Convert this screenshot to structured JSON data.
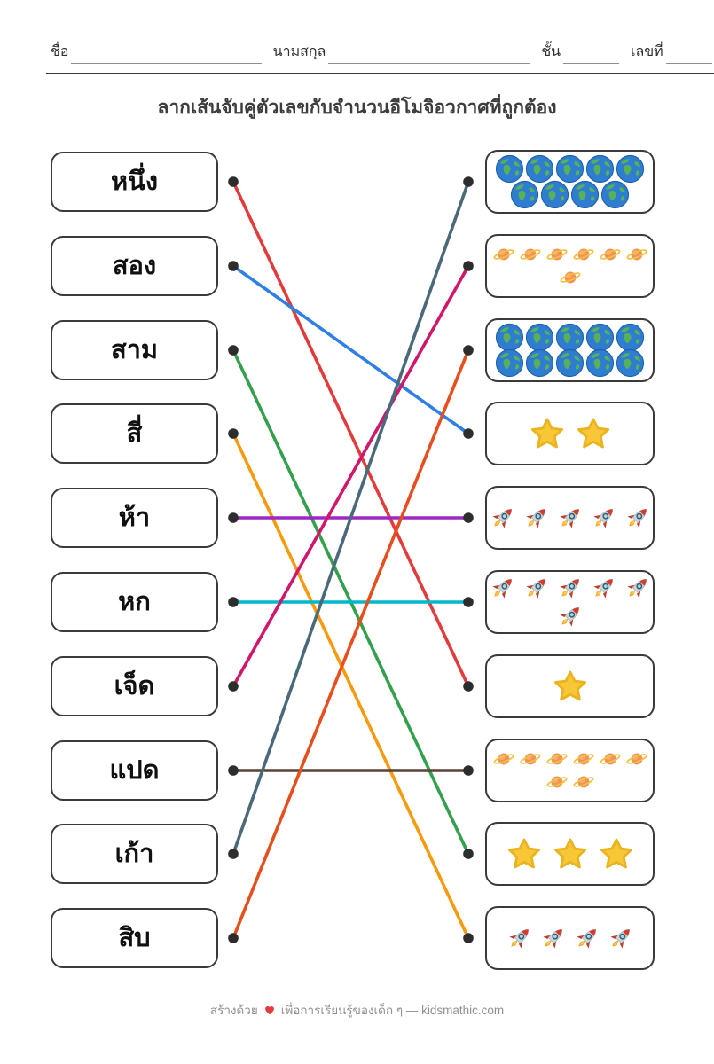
{
  "header": {
    "fields": [
      {
        "label": "ชื่อ"
      },
      {
        "label": "นามสกุล"
      },
      {
        "label": "ชั้น"
      },
      {
        "label": "เลขที่"
      }
    ]
  },
  "title": "ลากเส้นจับคู่ตัวเลขกับจำนวนอีโมจิอวกาศที่ถูกต้อง",
  "left_items": [
    {
      "label": "หนึ่ง"
    },
    {
      "label": "สอง"
    },
    {
      "label": "สาม"
    },
    {
      "label": "สี่"
    },
    {
      "label": "ห้า"
    },
    {
      "label": "หก"
    },
    {
      "label": "เจ็ด"
    },
    {
      "label": "แปด"
    },
    {
      "label": "เก้า"
    },
    {
      "label": "สิบ"
    }
  ],
  "right_items": [
    {
      "icon": "earth",
      "count": 9,
      "arrangement": [
        5,
        4
      ]
    },
    {
      "icon": "saturn",
      "count": 7,
      "arrangement": [
        6,
        1
      ]
    },
    {
      "icon": "earth",
      "count": 10,
      "arrangement": [
        5,
        5
      ]
    },
    {
      "icon": "star",
      "count": 2,
      "arrangement": [
        2
      ]
    },
    {
      "icon": "rocket",
      "count": 5,
      "arrangement": [
        5
      ]
    },
    {
      "icon": "rocket",
      "count": 6,
      "arrangement": [
        5,
        1
      ]
    },
    {
      "icon": "star",
      "count": 1,
      "arrangement": [
        1
      ]
    },
    {
      "icon": "saturn",
      "count": 8,
      "arrangement": [
        6,
        2
      ]
    },
    {
      "icon": "star",
      "count": 3,
      "arrangement": [
        3
      ]
    },
    {
      "icon": "rocket",
      "count": 4,
      "arrangement": [
        4
      ]
    }
  ],
  "connections": [
    {
      "from": 0,
      "to": 6,
      "color": "#e23b3b"
    },
    {
      "from": 1,
      "to": 3,
      "color": "#2f80e4"
    },
    {
      "from": 2,
      "to": 8,
      "color": "#33a04c"
    },
    {
      "from": 3,
      "to": 9,
      "color": "#f79a0d"
    },
    {
      "from": 4,
      "to": 4,
      "color": "#9e28c3"
    },
    {
      "from": 5,
      "to": 5,
      "color": "#00b8cd"
    },
    {
      "from": 6,
      "to": 1,
      "color": "#d1176b"
    },
    {
      "from": 7,
      "to": 7,
      "color": "#5d4037"
    },
    {
      "from": 8,
      "to": 0,
      "color": "#4a697a"
    },
    {
      "from": 9,
      "to": 2,
      "color": "#e64e1d"
    }
  ],
  "dot_color": "#2d2d2d",
  "footer": {
    "text_before": "สร้างด้วย",
    "heart": "heart-icon",
    "text_after": "เพื่อการเรียนรู้ของเด็ก ๆ — kidsmathic.com"
  }
}
